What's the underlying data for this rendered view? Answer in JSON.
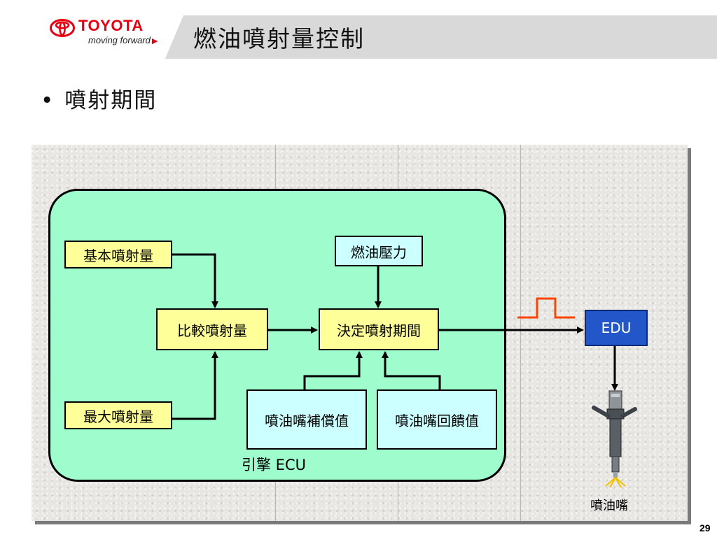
{
  "header": {
    "logo_wordmark": "TOYOTA",
    "logo_tagline": "moving forward",
    "title": "燃油噴射量控制"
  },
  "bullet": {
    "text": "噴射期間"
  },
  "diagram": {
    "ecu_label": "引擎 ECU",
    "blocks": {
      "basic_injection": "基本噴射量",
      "max_injection": "最大噴射量",
      "compare_injection": "比較噴射量",
      "fuel_pressure": "燃油壓力",
      "decide_period": "決定噴射期間",
      "injector_compensation": "噴油嘴補償值",
      "injector_feedback": "噴油嘴回饋值",
      "edu": "EDU"
    },
    "injector_label": "噴油嘴"
  },
  "page_number": "29",
  "colors": {
    "brand_red": "#e60012",
    "ecu_fill": "#9efccd",
    "input_block_fill": "#ffff99",
    "sensor_block_fill": "#ccffff",
    "edu_fill": "#2356c9",
    "pulse_signal": "#ff4400",
    "header_band": "#d9d9d9"
  },
  "icons": {
    "logo": "toyota-emblem-icon",
    "pulse": "pulse-signal-icon",
    "injector": "fuel-injector-icon"
  }
}
